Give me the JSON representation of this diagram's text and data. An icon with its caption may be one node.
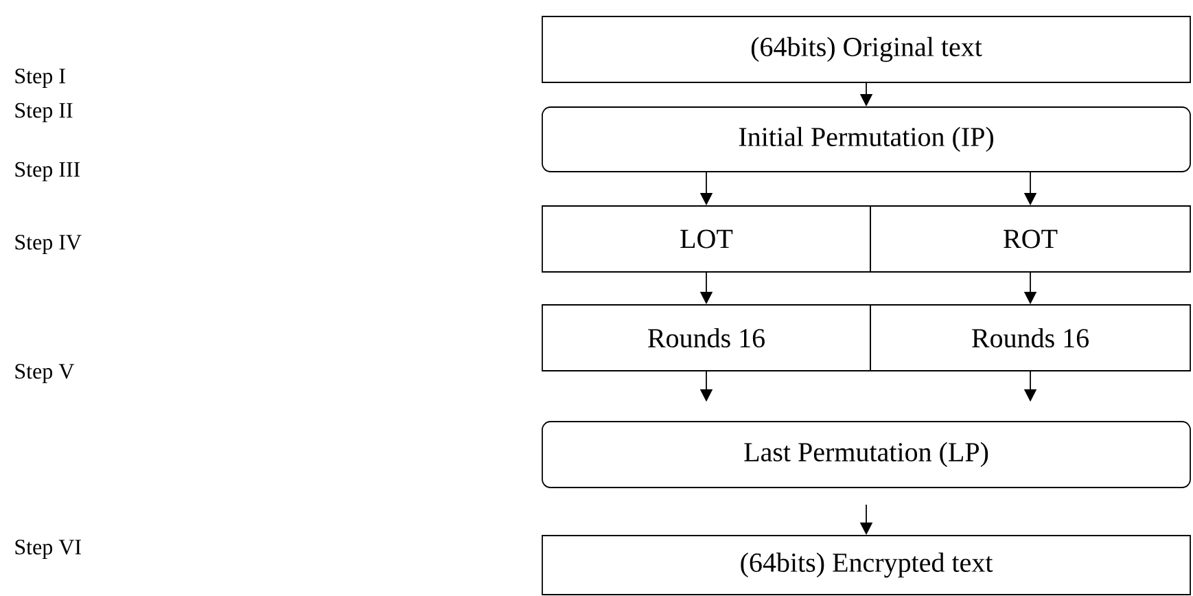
{
  "diagram": {
    "nodes": [
      {
        "text": [
          "(64bits) Original text"
        ]
      },
      {
        "text": [
          "Initial Permutation (IP)"
        ]
      },
      {
        "text": [
          "LOT"
        ]
      },
      {
        "text": [
          "ROT"
        ]
      },
      {
        "text": [
          "Rounds 16"
        ]
      },
      {
        "text": [
          "Rounds 16"
        ]
      },
      {
        "text": [
          "Last Permutation (LP)"
        ]
      },
      {
        "text": [
          "(64bits) Encrypted text"
        ]
      }
    ],
    "edges": [
      {
        "from": 0,
        "to": 1,
        "arrow": "to"
      },
      {
        "from": 1,
        "to": 2,
        "arrow": "to"
      },
      {
        "from": 1,
        "to": 3,
        "arrow": "to"
      },
      {
        "from": 2,
        "to": 4,
        "arrow": "to"
      },
      {
        "from": 3,
        "to": 5,
        "arrow": "to"
      },
      {
        "from": 4,
        "to": 6,
        "arrow": "to"
      },
      {
        "from": 5,
        "to": 6,
        "arrow": "to"
      },
      {
        "from": 6,
        "to": 7,
        "arrow": "to"
      }
    ],
    "labels": [
      "Step I",
      "Step II",
      "Step III",
      "Step IV",
      "Step V",
      "Step VI"
    ]
  }
}
